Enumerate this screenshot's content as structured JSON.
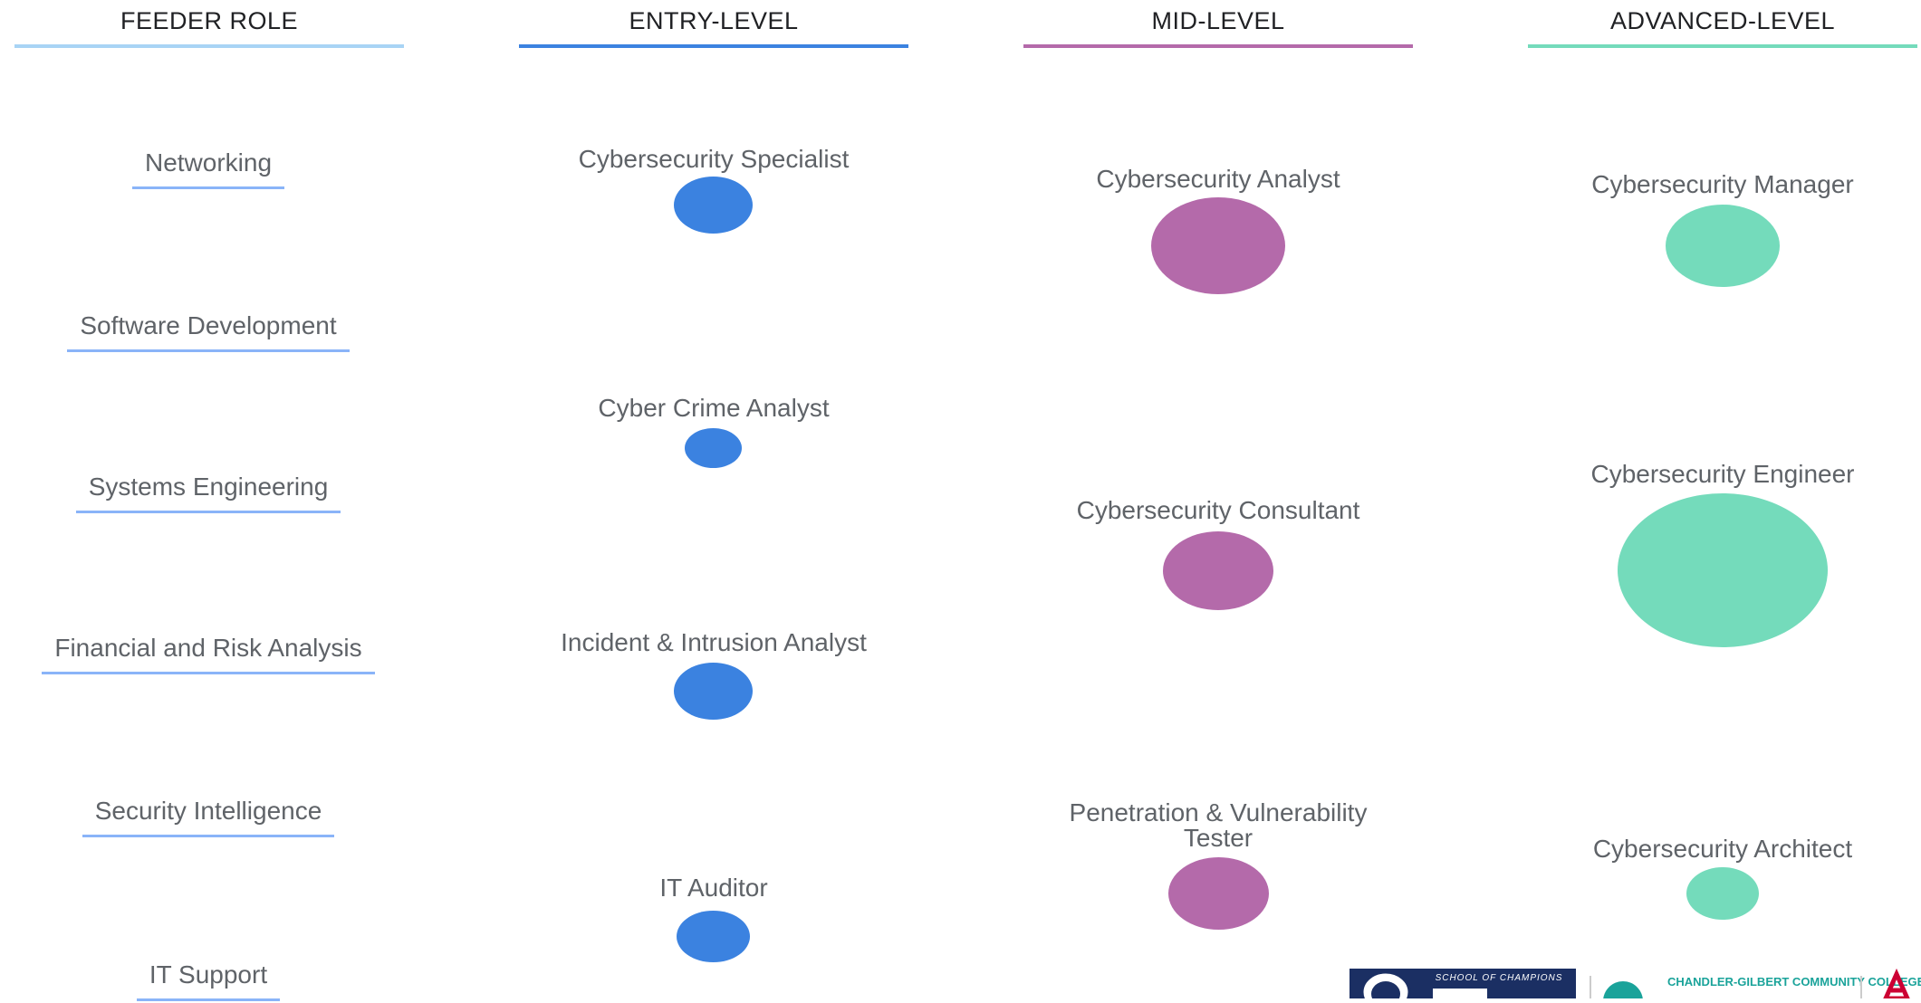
{
  "columns": [
    {
      "label": "FEEDER ROLE",
      "color": "#a8d4f5"
    },
    {
      "label": "ENTRY-LEVEL",
      "color": "#3b82e0"
    },
    {
      "label": "MID-LEVEL",
      "color": "#b46aaa"
    },
    {
      "label": "ADVANCED-LEVEL",
      "color": "#74dbbb"
    }
  ],
  "feeder_roles": [
    "Networking",
    "Software Development",
    "Systems Engineering",
    "Financial and Risk Analysis",
    "Security Intelligence",
    "IT Support"
  ],
  "entry_level": [
    "Cybersecurity Specialist",
    "Cyber Crime Analyst",
    "Incident & Intrusion Analyst",
    "IT Auditor"
  ],
  "mid_level": [
    "Cybersecurity Analyst",
    "Cybersecurity Consultant",
    "Penetration & Vulnerability\nTester"
  ],
  "advanced_level": [
    "Cybersecurity Manager",
    "Cybersecurity Engineer",
    "Cybersecurity Architect"
  ],
  "logos": {
    "school_banner": "SCHOOL OF CHAMPIONS",
    "college": "CHANDLER-GILBERT COMMUNITY COLLEGE"
  }
}
